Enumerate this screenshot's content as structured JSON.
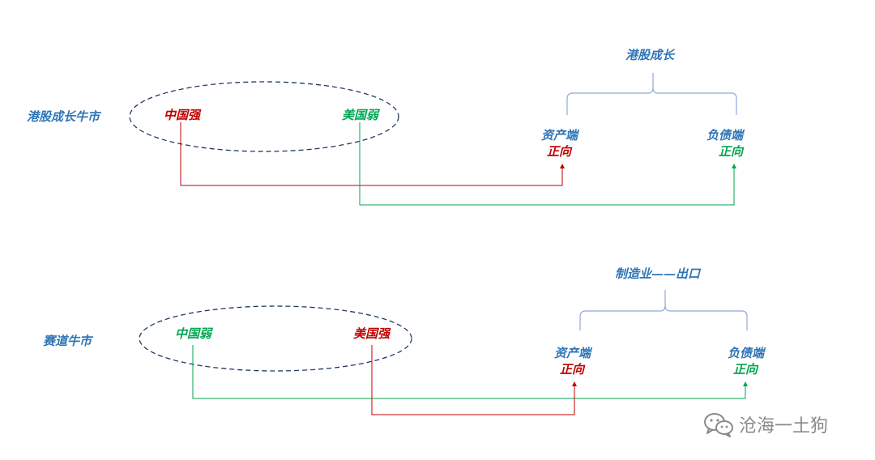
{
  "colors": {
    "blue": "#2E75B6",
    "dash_blue": "#1F3864",
    "red": "#C00000",
    "green": "#00A651",
    "bracket": "#8EA9DB"
  },
  "top": {
    "title": "港股成长牛市",
    "left_factor": "中国强",
    "right_factor": "美国弱",
    "bracket_label": "港股成长",
    "asset_label": "资产端",
    "asset_direction": "正向",
    "liability_label": "负债端",
    "liability_direction": "正向"
  },
  "bottom": {
    "title": "赛道牛市",
    "left_factor": "中国弱",
    "right_factor": "美国强",
    "bracket_label": "制造业——出口",
    "asset_label": "资产端",
    "asset_direction": "正向",
    "liability_label": "负债端",
    "liability_direction": "正向"
  },
  "watermark": {
    "text": "沧海一土狗",
    "icon": "wechat-icon"
  }
}
